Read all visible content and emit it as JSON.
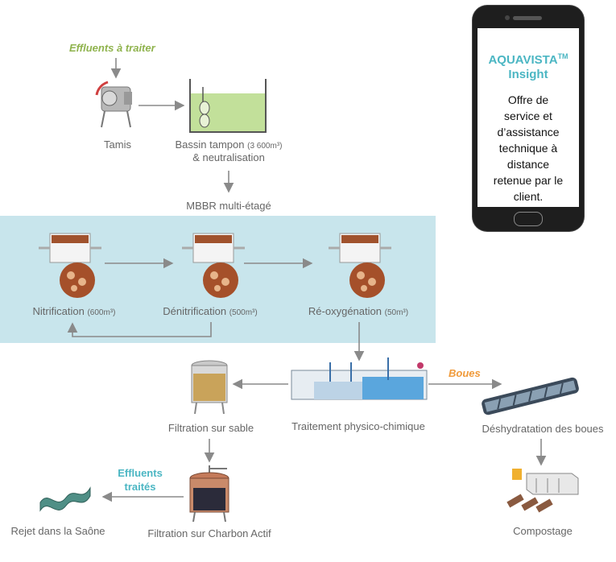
{
  "inputs": {
    "effluents_label": "Effluents à traiter"
  },
  "nodes": {
    "tamis": "Tamis",
    "bassin_main": "Bassin tampon",
    "bassin_volume": "(3 600m³)",
    "bassin_line2": "& neutralisation",
    "mbbr": "MBBR multi-étagé",
    "nitrification": "Nitrification",
    "nitrification_volume": "(600m³)",
    "denitrification": "Dénitrification",
    "denitrification_volume": "(500m³)",
    "reoxygenation": "Ré-oxygénation",
    "reoxygenation_volume": "(50m³)",
    "physico": "Traitement physico-chimique",
    "filtration_sable": "Filtration sur sable",
    "filtration_charbon": "Filtration sur Charbon Actif",
    "rejet": "Rejet dans la Saône",
    "deshydratation": "Déshydratation des boues",
    "compostage": "Compostage"
  },
  "flow_labels": {
    "boues": "Boues",
    "effluents_traites_l1": "Effluents",
    "effluents_traites_l2": "traités"
  },
  "phone": {
    "brand": "AQUAVISTA",
    "brand_sup": "TM",
    "brand_sub": "Insight",
    "line1": "Offre de",
    "line2": "service et",
    "line3": "d’assistance",
    "line4": "technique à",
    "line5": "distance",
    "line6": "retenue par le",
    "line7": "client."
  },
  "colors": {
    "band": "#c8e5ec",
    "arrow": "#8a8a8a",
    "green_title": "#8fb34d",
    "orange_title": "#f09a3a",
    "teal": "#4bb6c3",
    "tank_fill": "#c2e09a"
  }
}
